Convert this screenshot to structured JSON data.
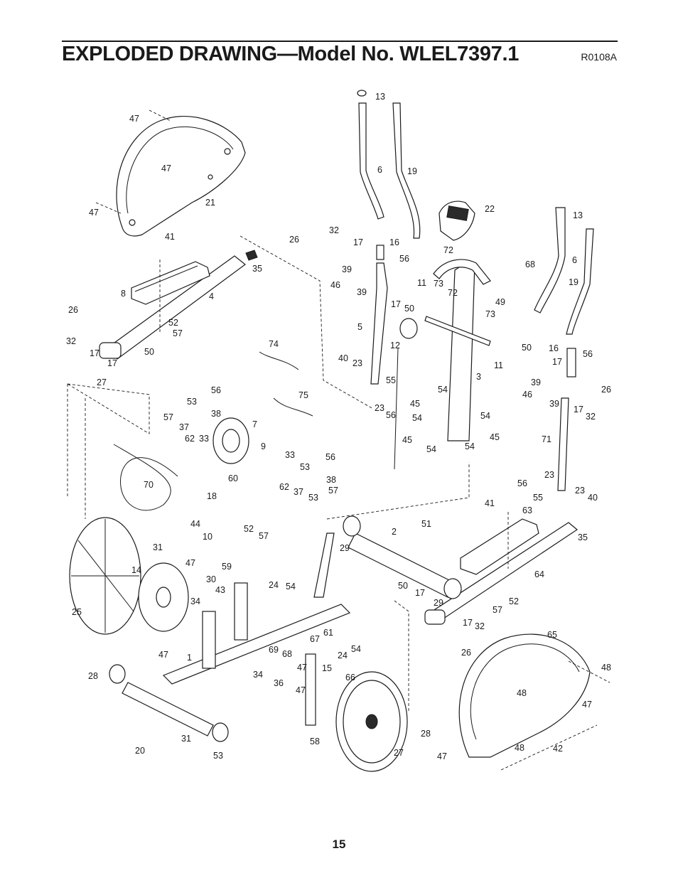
{
  "header": {
    "title": "EXPLODED DRAWING—Model No. WLEL7397.1",
    "drawing_code": "R0108A"
  },
  "page_number": "15",
  "callouts": [
    "13",
    "6",
    "19",
    "47",
    "47",
    "21",
    "47",
    "22",
    "13",
    "26",
    "32",
    "17",
    "16",
    "56",
    "72",
    "68",
    "6",
    "39",
    "46",
    "39",
    "11",
    "73",
    "72",
    "49",
    "19",
    "41",
    "35",
    "8",
    "4",
    "17",
    "50",
    "73",
    "26",
    "32",
    "52",
    "57",
    "17",
    "17",
    "50",
    "5",
    "12",
    "50",
    "16",
    "56",
    "11",
    "17",
    "39",
    "46",
    "39",
    "17",
    "26",
    "32",
    "40",
    "23",
    "55",
    "23",
    "56",
    "74",
    "27",
    "3",
    "56",
    "53",
    "75",
    "45",
    "54",
    "54",
    "54",
    "45",
    "45",
    "54",
    "54",
    "57",
    "38",
    "37",
    "62",
    "33",
    "7",
    "9",
    "33",
    "56",
    "53",
    "38",
    "62",
    "37",
    "53",
    "57",
    "71",
    "60",
    "70",
    "56",
    "23",
    "55",
    "23",
    "40",
    "18",
    "41",
    "63",
    "44",
    "10",
    "52",
    "57",
    "2",
    "51",
    "29",
    "35",
    "31",
    "14",
    "47",
    "30",
    "59",
    "43",
    "24",
    "54",
    "64",
    "34",
    "50",
    "17",
    "52",
    "57",
    "25",
    "29",
    "17",
    "32",
    "61",
    "67",
    "26",
    "47",
    "69",
    "68",
    "24",
    "54",
    "1",
    "47",
    "15",
    "65",
    "48",
    "34",
    "36",
    "66",
    "28",
    "48",
    "47",
    "47",
    "48",
    "42",
    "20",
    "31",
    "58",
    "28",
    "53",
    "27",
    "47"
  ]
}
